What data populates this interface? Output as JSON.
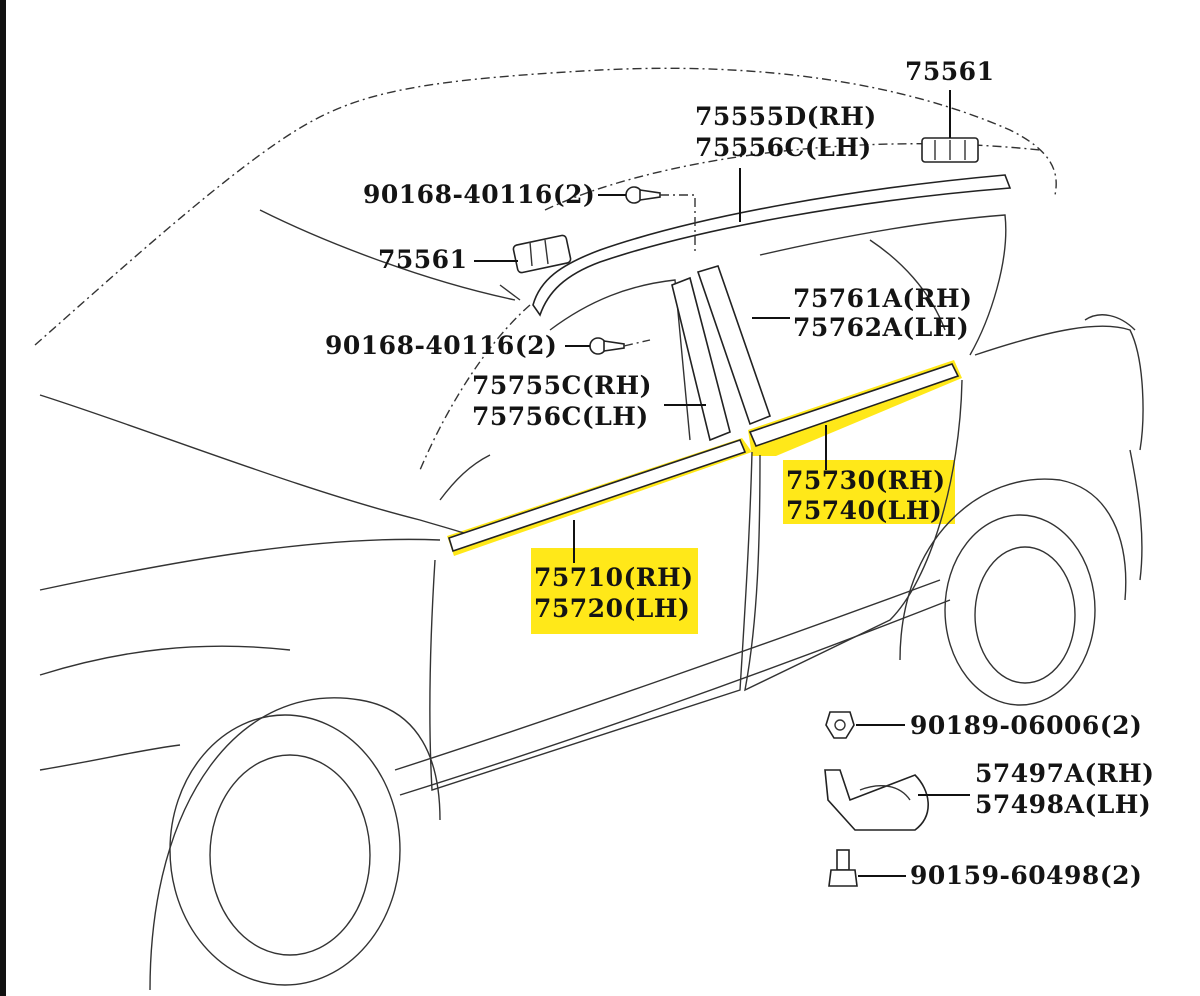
{
  "highlight_color": "#ffe600",
  "ink_color": "#141414",
  "labels": {
    "clip_top_right": "75561",
    "roof_molding_rh": "75555D(RH)",
    "roof_molding_lh": "75556C(LH)",
    "screw_upper": "90168-40116(2)",
    "clip_left": "75561",
    "screw_lower": "90168-40116(2)",
    "pillar_rear_rh": "75761A(RH)",
    "pillar_rear_lh": "75762A(LH)",
    "pillar_front_rh": "75755C(RH)",
    "pillar_front_lh": "75756C(LH)",
    "belt_rear_rh": "75730(RH)",
    "belt_rear_lh": "75740(LH)",
    "belt_front_rh": "75710(RH)",
    "belt_front_lh": "75720(LH)",
    "nut": "90189-06006(2)",
    "bracket_rh": "57497A(RH)",
    "bracket_lh": "57498A(LH)",
    "bolt": "90159-60498(2)"
  }
}
